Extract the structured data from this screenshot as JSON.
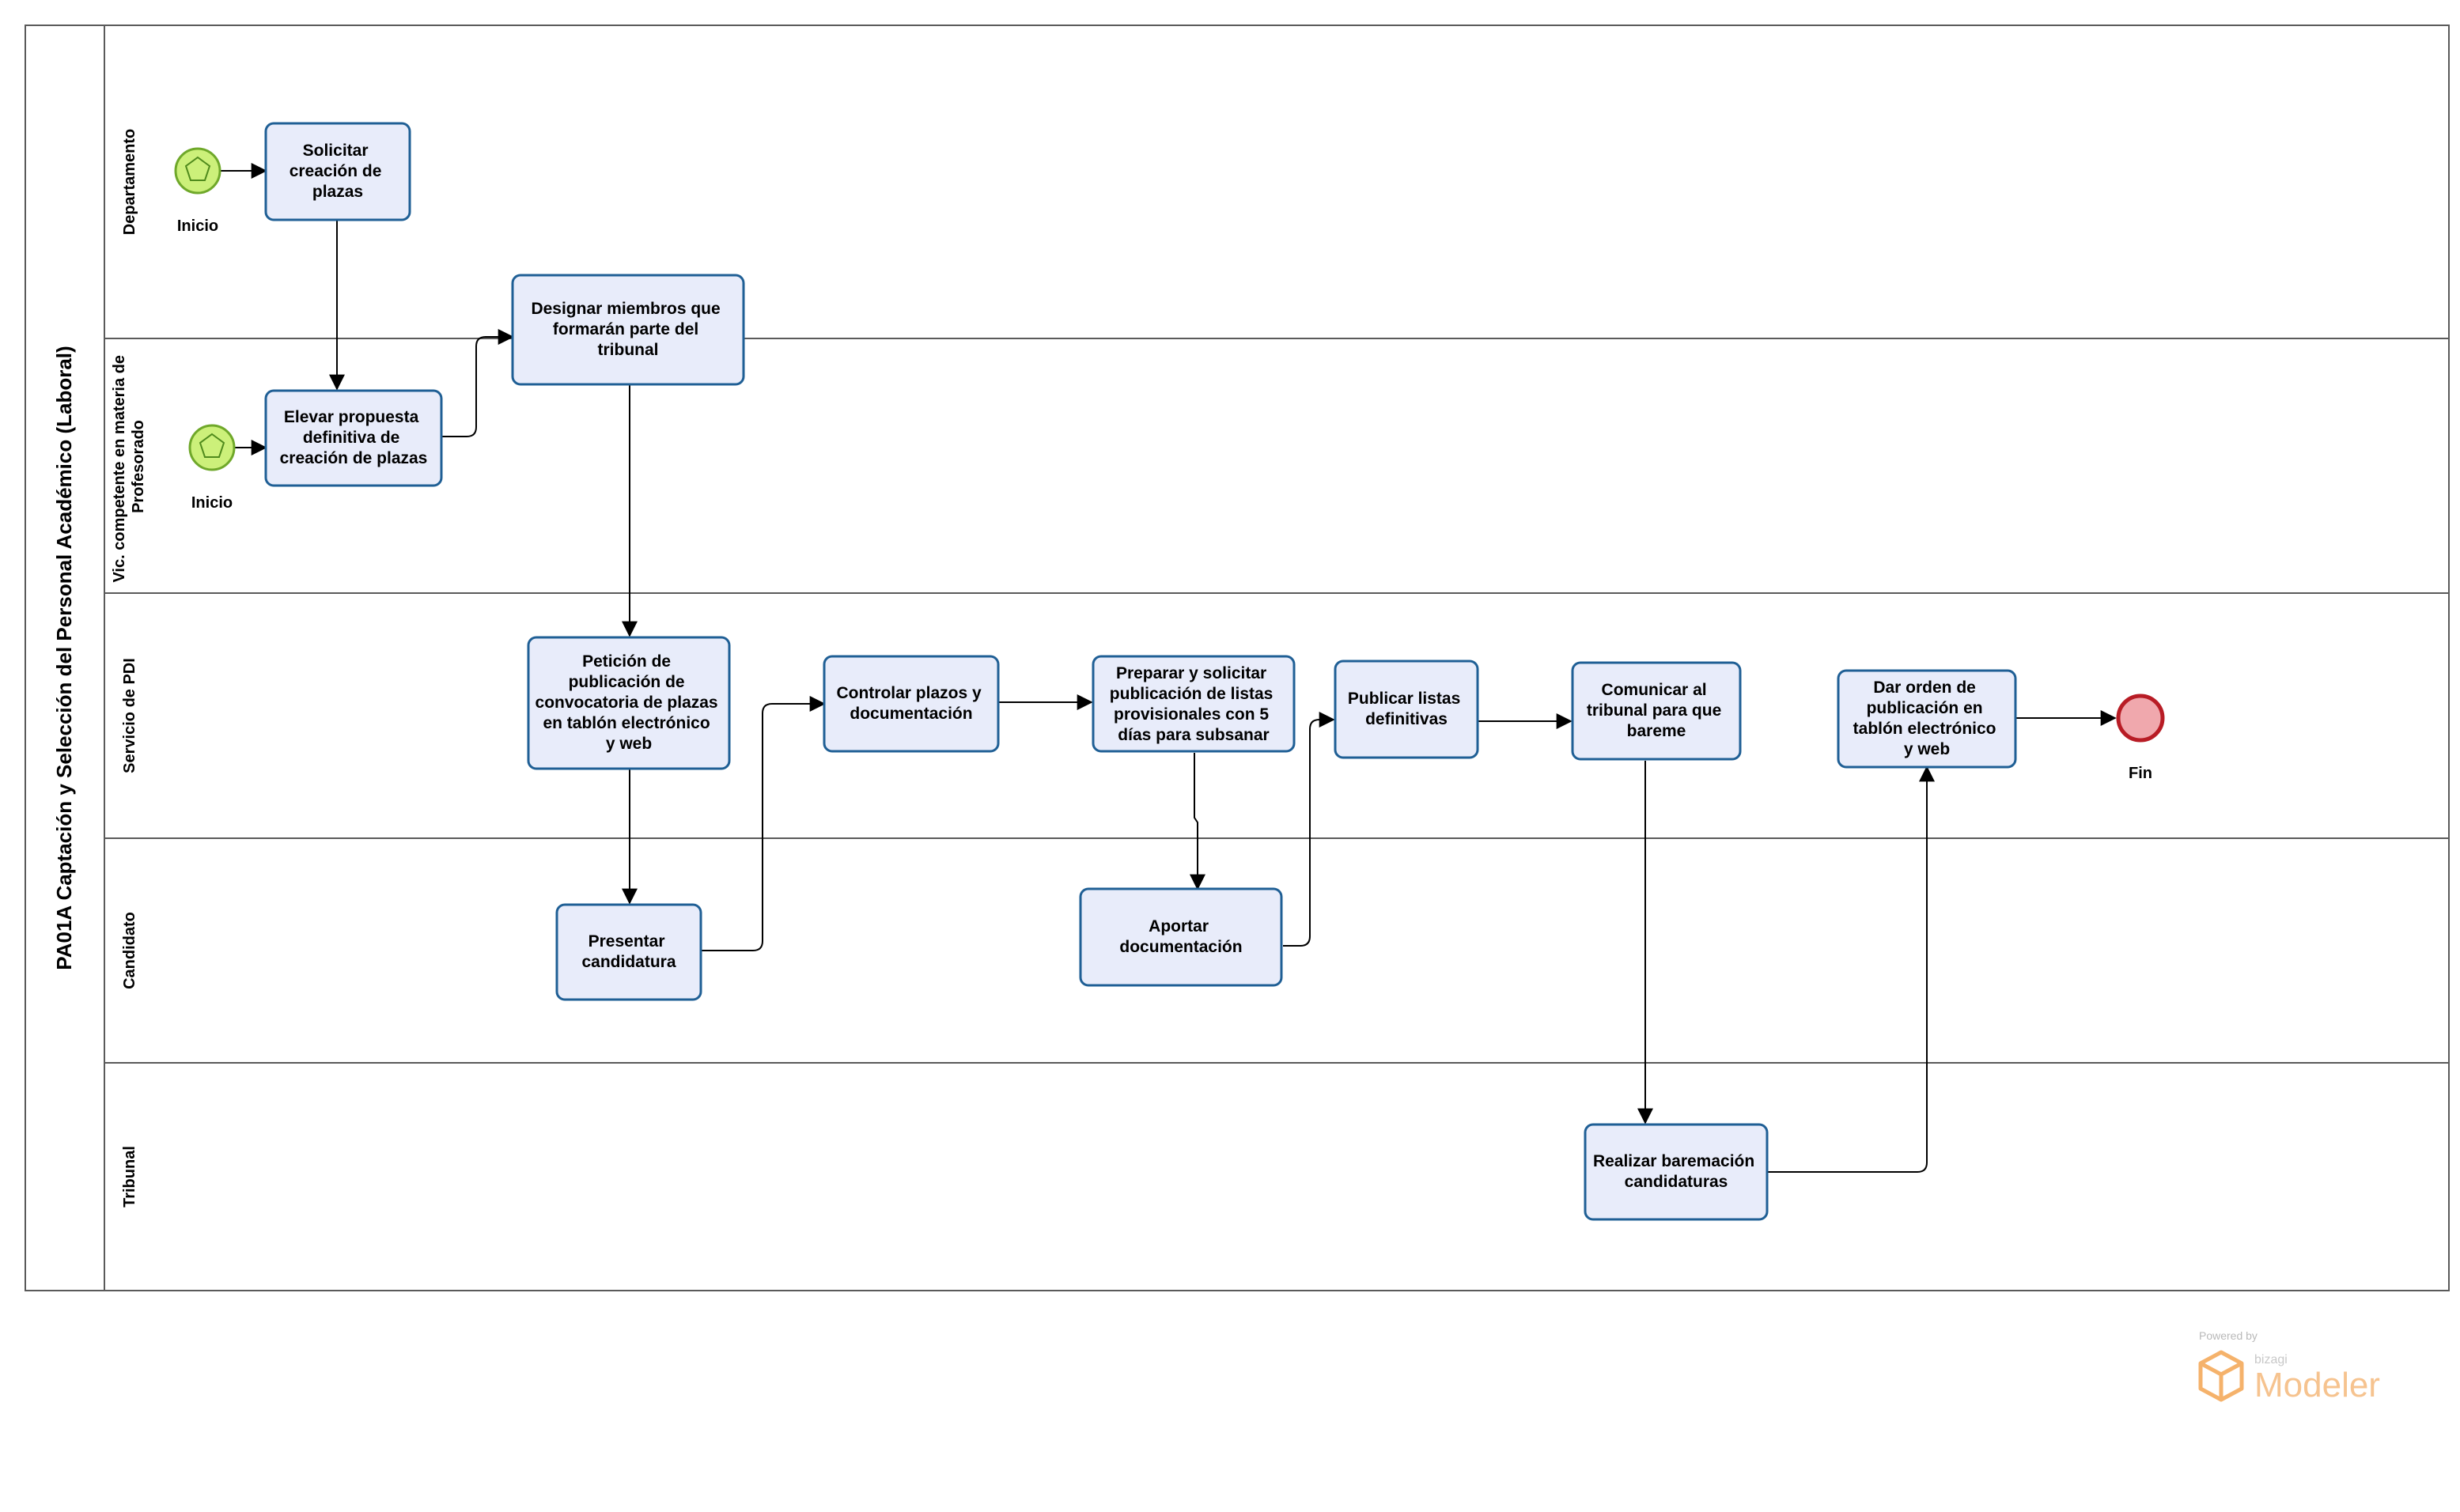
{
  "pool": {
    "title": "PA01A Captación y Selección del Personal Académico (Laboral)"
  },
  "lanes": [
    {
      "id": "departamento",
      "label": [
        "Departamento"
      ]
    },
    {
      "id": "vic",
      "label": [
        "Vic. competente en materia de",
        "Profesorado"
      ]
    },
    {
      "id": "servicio",
      "label": [
        "Servicio de PDI"
      ]
    },
    {
      "id": "candidato",
      "label": [
        "Candidato"
      ]
    },
    {
      "id": "tribunal",
      "label": [
        "Tribunal"
      ]
    }
  ],
  "events": [
    {
      "id": "start1",
      "type": "start",
      "label": "Inicio"
    },
    {
      "id": "start2",
      "type": "start",
      "label": "Inicio"
    },
    {
      "id": "end",
      "type": "end",
      "label": "Fin"
    }
  ],
  "tasks": [
    {
      "id": "t1",
      "lines": [
        "Solicitar",
        "creación de",
        "plazas"
      ]
    },
    {
      "id": "t2",
      "lines": [
        "Elevar propuesta",
        "definitiva de",
        "creación de plazas"
      ]
    },
    {
      "id": "t3",
      "lines": [
        "Designar miembros que",
        "formarán parte del",
        "tribunal"
      ]
    },
    {
      "id": "t4",
      "lines": [
        "Petición de",
        "publicación de",
        "convocatoria de plazas",
        "en tablón electrónico",
        "y web"
      ]
    },
    {
      "id": "t5",
      "lines": [
        "Presentar",
        "candidatura"
      ]
    },
    {
      "id": "t6",
      "lines": [
        "Controlar plazos y",
        "documentación"
      ]
    },
    {
      "id": "t7",
      "lines": [
        "Preparar y solicitar",
        "publicación de listas",
        "provisionales con 5",
        "días para subsanar"
      ]
    },
    {
      "id": "t8",
      "lines": [
        "Aportar",
        "documentación"
      ]
    },
    {
      "id": "t9",
      "lines": [
        "Publicar listas",
        "definitivas"
      ]
    },
    {
      "id": "t10",
      "lines": [
        "Comunicar al",
        "tribunal para que",
        "bareme"
      ]
    },
    {
      "id": "t11",
      "lines": [
        "Realizar baremación",
        "candidaturas"
      ]
    },
    {
      "id": "t12",
      "lines": [
        "Dar orden de",
        "publicación en",
        "tablón electrónico",
        "y web"
      ]
    }
  ],
  "flows": [
    {
      "from": "start1",
      "to": "t1"
    },
    {
      "from": "t1",
      "to": "t2"
    },
    {
      "from": "start2",
      "to": "t2"
    },
    {
      "from": "t2",
      "to": "t3"
    },
    {
      "from": "t3",
      "to": "t4"
    },
    {
      "from": "t4",
      "to": "t5"
    },
    {
      "from": "t5",
      "to": "t6"
    },
    {
      "from": "t6",
      "to": "t7"
    },
    {
      "from": "t7",
      "to": "t8"
    },
    {
      "from": "t8",
      "to": "t9"
    },
    {
      "from": "t9",
      "to": "t10"
    },
    {
      "from": "t10",
      "to": "t11"
    },
    {
      "from": "t11",
      "to": "t12"
    },
    {
      "from": "t12",
      "to": "end"
    }
  ],
  "watermark": {
    "powered": "Powered by",
    "brand": "bizagi",
    "product": "Modeler"
  },
  "colors": {
    "task_fill": "#e8ecfa",
    "task_stroke": "#1f5f95",
    "start_fill": "#ccf07a",
    "start_stroke": "#6fa82a",
    "end_fill": "#f0a8ad",
    "end_stroke": "#b81c25",
    "line": "#000000",
    "watermark_orange": "#f5b26b"
  }
}
